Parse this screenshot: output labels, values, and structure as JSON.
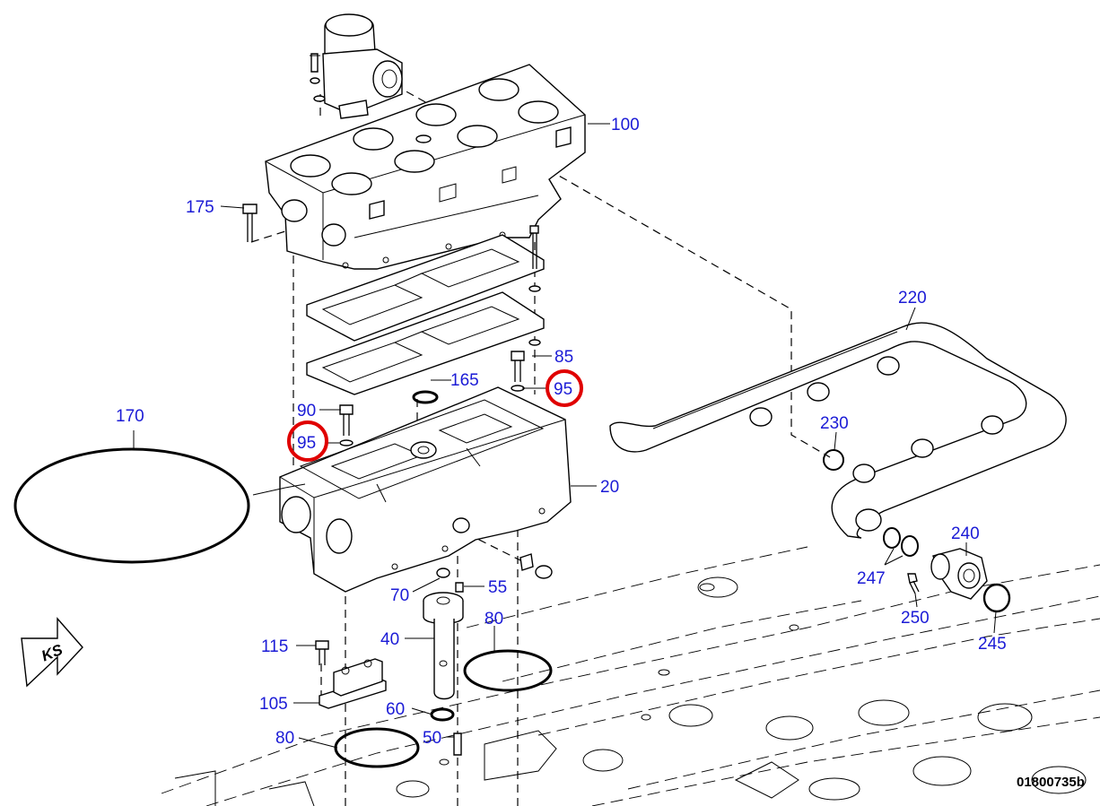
{
  "diagram": {
    "document_id": "01800735b",
    "callouts": {
      "c100": "100",
      "c175": "175",
      "c220": "220",
      "c85": "85",
      "c165": "165",
      "c95a": "95",
      "c90": "90",
      "c95b": "95",
      "c170": "170",
      "c20": "20",
      "c230": "230",
      "c240": "240",
      "c247": "247",
      "c250": "250",
      "c245": "245",
      "c70": "70",
      "c55": "55",
      "c80a": "80",
      "c115": "115",
      "c40": "40",
      "c105": "105",
      "c60": "60",
      "c50": "50",
      "c80b": "80"
    },
    "direction_marker": "KS",
    "highlight_color": "#e00000",
    "label_color": "#1b1bd6"
  }
}
